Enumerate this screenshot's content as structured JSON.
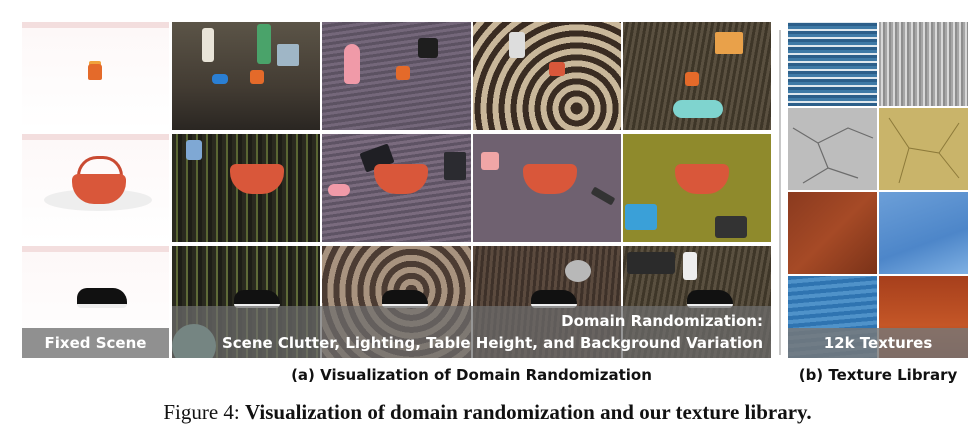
{
  "panel_a": {
    "fixed_label": "Fixed Scene",
    "dr_title": "Domain Randomization:",
    "dr_subtitle": "Scene Clutter, Lighting, Table Height, and Background Variation",
    "sublabel": "(a) Visualization of Domain Randomization"
  },
  "panel_b": {
    "label": "12k Textures",
    "sublabel": "(b) Texture Library"
  },
  "caption": {
    "prefix": "Figure 4: ",
    "title": "Visualization of domain randomization and our texture library."
  },
  "rows": [
    {
      "object": "cupcake"
    },
    {
      "object": "basket"
    },
    {
      "object": "sneaker"
    }
  ],
  "colors": {
    "banner": "#7a7a7a",
    "basket": "#d9573a",
    "cupcake": "#e46a2a",
    "table_dark": "#3b3630",
    "table_purple": "#6f6170",
    "table_olive": "#8f8a2c"
  }
}
